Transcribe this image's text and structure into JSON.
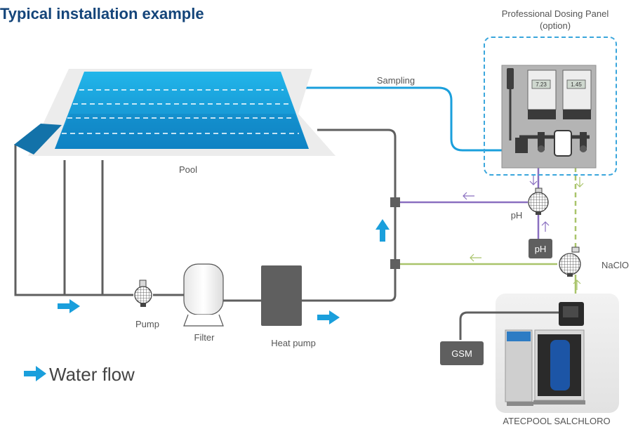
{
  "title": "Typical installation example",
  "dosing_panel": {
    "title_line1": "Professional Dosing Panel",
    "title_line2": "(option)",
    "display_ph_value": "7.23",
    "display_redox_value": "1.45"
  },
  "labels": {
    "sampling": "Sampling",
    "pool": "Pool",
    "pump": "Pump",
    "filter": "Filter",
    "heat_pump": "Heat pump",
    "ph_pump": "pH",
    "ph_tank": "pH",
    "naclo": "NaClO",
    "gsm": "GSM",
    "salt_chlorinator": "ATECPOOL SALCHLORO"
  },
  "legend": {
    "water_flow": "Water flow"
  },
  "colors": {
    "title": "#14457a",
    "water_blue": "#1a9fdc",
    "pipe_gray": "#5f5f5f",
    "ph_line": "#8a6fc0",
    "naclo_line": "#a9c46b",
    "dashed_border": "#3aa6dc"
  }
}
